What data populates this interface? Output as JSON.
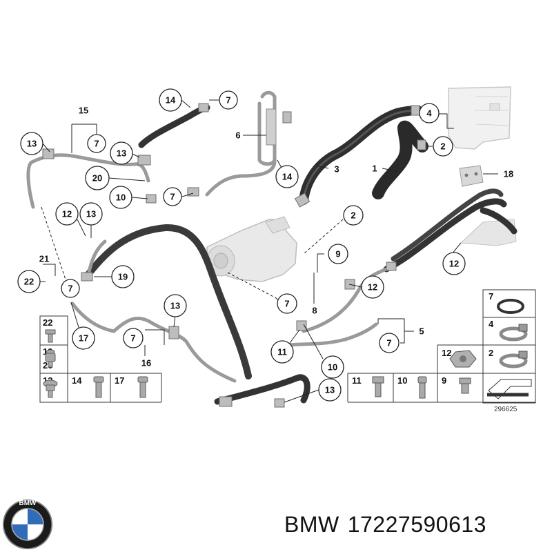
{
  "callouts": [
    {
      "id": "c-14a",
      "label": "14"
    },
    {
      "id": "c-7a",
      "label": "7"
    },
    {
      "id": "c-15",
      "label": "15"
    },
    {
      "id": "c-7b",
      "label": "7"
    },
    {
      "id": "c-13a",
      "label": "13"
    },
    {
      "id": "c-13b",
      "label": "13"
    },
    {
      "id": "c-20",
      "label": "20"
    },
    {
      "id": "c-6",
      "label": "6"
    },
    {
      "id": "c-14b",
      "label": "14"
    },
    {
      "id": "c-4",
      "label": "4"
    },
    {
      "id": "c-2a",
      "label": "2"
    },
    {
      "id": "c-3",
      "label": "3"
    },
    {
      "id": "c-1",
      "label": "1"
    },
    {
      "id": "c-18",
      "label": "18"
    },
    {
      "id": "c-10a",
      "label": "10"
    },
    {
      "id": "c-7c",
      "label": "7"
    },
    {
      "id": "c-2b",
      "label": "2"
    },
    {
      "id": "c-12a",
      "label": "12"
    },
    {
      "id": "c-13c",
      "label": "13"
    },
    {
      "id": "c-9",
      "label": "9"
    },
    {
      "id": "c-12b",
      "label": "12"
    },
    {
      "id": "c-21",
      "label": "21"
    },
    {
      "id": "c-19",
      "label": "19"
    },
    {
      "id": "c-22",
      "label": "22"
    },
    {
      "id": "c-7d",
      "label": "7"
    },
    {
      "id": "c-12c",
      "label": "12"
    },
    {
      "id": "c-7e",
      "label": "7"
    },
    {
      "id": "c-8",
      "label": "8"
    },
    {
      "id": "c-13d",
      "label": "13"
    },
    {
      "id": "c-17",
      "label": "17"
    },
    {
      "id": "c-7f",
      "label": "7"
    },
    {
      "id": "c-16",
      "label": "16"
    },
    {
      "id": "c-11",
      "label": "11"
    },
    {
      "id": "c-10b",
      "label": "10"
    },
    {
      "id": "c-7g",
      "label": "7"
    },
    {
      "id": "c-5",
      "label": "5"
    },
    {
      "id": "c-13e",
      "label": "13"
    }
  ],
  "left_table": {
    "cells": [
      "22",
      "19",
      "20",
      "13",
      "14",
      "17"
    ]
  },
  "right_table": {
    "cells": [
      "7",
      "4",
      "12",
      "2",
      "11",
      "10",
      "9"
    ]
  },
  "diagram_id": "296625",
  "brand": "BMW",
  "part_number": "17227590613"
}
